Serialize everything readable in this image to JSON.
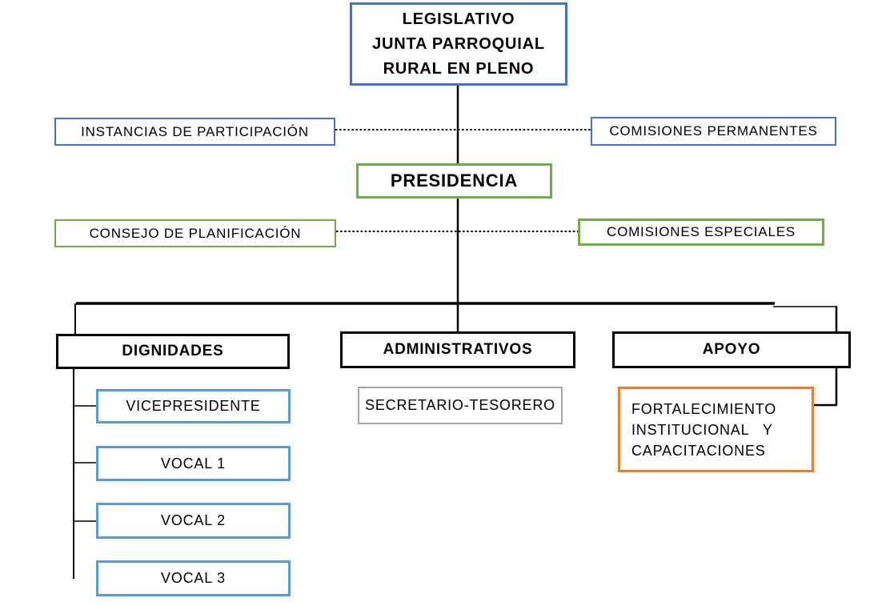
{
  "colors": {
    "blue_dark": "#4472C4",
    "blue_light": "#5B9BD5",
    "green": "#70AD47",
    "orange": "#ED7D31",
    "gray": "#A6A6A6",
    "line": "#000000",
    "text": "#000000",
    "background": "#FFFFFF"
  },
  "org_chart": {
    "type": "organizational-chart",
    "root": {
      "label": "LEGISLATIVO\nJUNTA PARROQUIAL\nRURAL EN PLENO"
    },
    "side_row_1": {
      "left": {
        "label": "INSTANCIAS DE PARTICIPACIÓN"
      },
      "right": {
        "label": "COMISIONES PERMANENTES"
      }
    },
    "presidencia": {
      "label": "PRESIDENCIA"
    },
    "side_row_2": {
      "left": {
        "label": "CONSEJO DE PLANIFICACIÓN"
      },
      "right": {
        "label": "COMISIONES ESPECIALES"
      }
    },
    "branches": [
      {
        "label": "DIGNIDADES",
        "children": [
          "VICEPRESIDENTE",
          "VOCAL 1",
          "VOCAL 2",
          "VOCAL 3"
        ]
      },
      {
        "label": "ADMINISTRATIVOS",
        "children": [
          "SECRETARIO-TESORERO"
        ]
      },
      {
        "label": "APOYO",
        "children": [
          "FORTALECIMIENTO\nINSTITUCIONAL   Y\nCAPACITACIONES"
        ]
      }
    ]
  }
}
